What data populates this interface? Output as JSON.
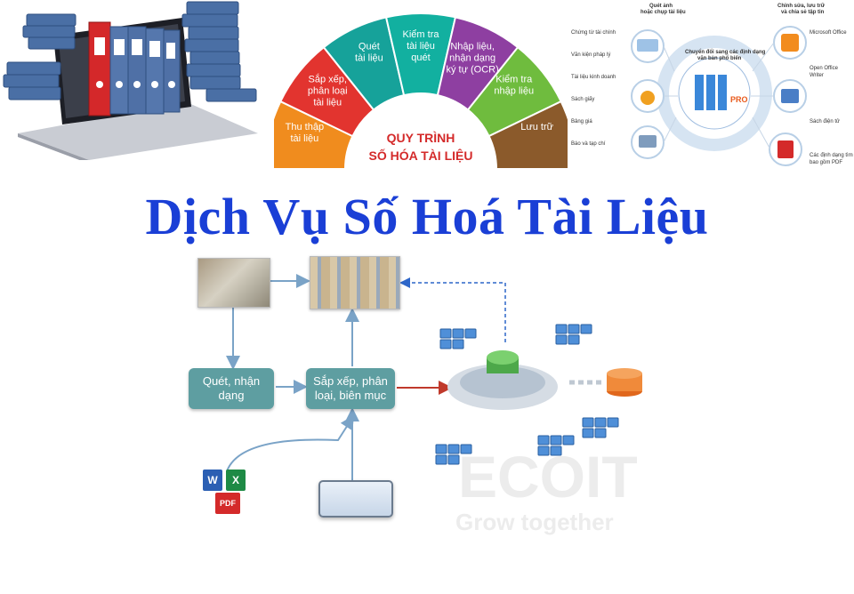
{
  "title": "Dịch Vụ Số Hoá Tài Liệu",
  "process_wheel": {
    "center_title_line1": "QUY TRÌNH",
    "center_title_line2": "SỐ HÓA TÀI LIỆU",
    "steps": [
      {
        "line1": "Thu thập",
        "line2": "tài liệu",
        "line3": "",
        "color": "#f08c1e"
      },
      {
        "line1": "Sắp xếp,",
        "line2": "phân loại",
        "line3": "tài liệu",
        "color": "#e2342f"
      },
      {
        "line1": "Quét",
        "line2": "tài liệu",
        "line3": "",
        "color": "#16a29a"
      },
      {
        "line1": "Kiểm tra",
        "line2": "tài liệu",
        "line3": "quét",
        "color": "#12b0a0"
      },
      {
        "line1": "Nhập liệu,",
        "line2": "nhận dạng",
        "line3": "ký tự (OCR)",
        "color": "#8e3fa1"
      },
      {
        "line1": "Kiểm tra",
        "line2": "nhập liệu",
        "line3": "",
        "color": "#6fbc3e"
      },
      {
        "line1": "Lưu trữ",
        "line2": "",
        "line3": "",
        "color": "#8b5a2b"
      }
    ]
  },
  "conversion_diagram": {
    "left_header_line1": "Quét ảnh",
    "left_header_line2": "hoặc chụp tài liệu",
    "left_items": [
      "Chứng từ tài chính",
      "Văn kiện pháp lý",
      "Tài liệu kinh doanh",
      "Sách giấy",
      "Bảng giá",
      "Báo và tạp chí"
    ],
    "center_header_line1": "Chuyển đổi sang các định dạng",
    "center_header_line2": "văn bản phổ biến",
    "center_logo": "PRO",
    "right_header_line1": "Chỉnh sửa, lưu trữ",
    "right_header_line2": "và chia sẻ tập tin",
    "right_items": [
      "Microsoft Office",
      "Open Office",
      "Writer",
      "Sách điện tử",
      "Các định dạng tìm kiếm",
      "bao gồm PDF"
    ]
  },
  "workflow": {
    "box_scan_line1": "Quét, nhận",
    "box_scan_line2": "dạng",
    "box_sort_line1": "Sắp xếp, phân",
    "box_sort_line2": "loại, biên mục",
    "file_icons": [
      "W",
      "X",
      "PDF"
    ]
  },
  "watermark": {
    "brand": "ECOIT",
    "slogan": "Grow together"
  },
  "colors": {
    "title": "#1a3fd6",
    "box": "#5e9ea1",
    "arrow": "#7aa3c7",
    "dashed_arrow": "#2d66c9",
    "red_arrow": "#c0392b"
  }
}
